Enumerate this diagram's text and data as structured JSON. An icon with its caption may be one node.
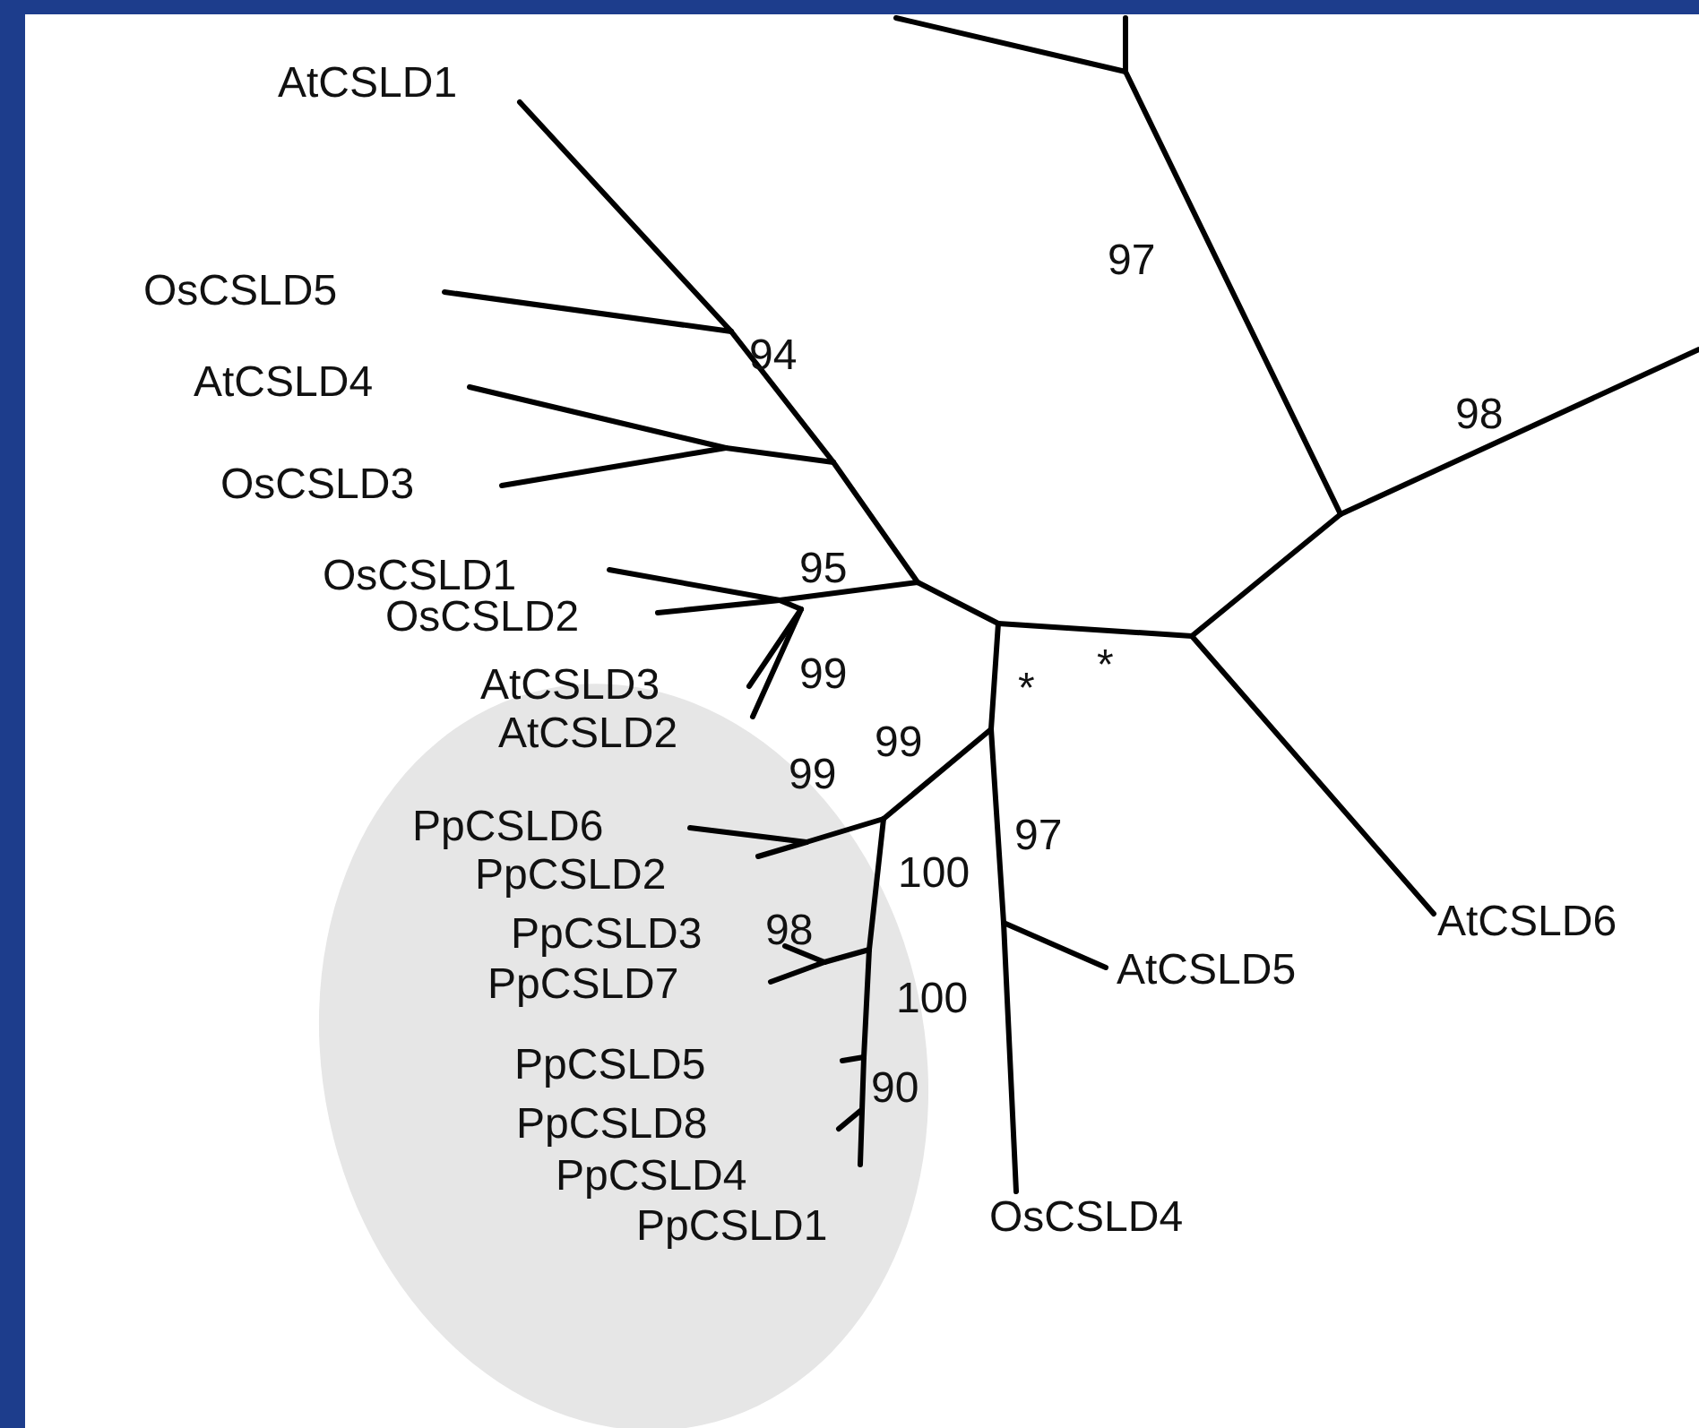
{
  "diagram": {
    "labels": [
      "AtCSLD1",
      "97",
      "OsCSLD5",
      "94",
      "AtCSLD4",
      "98",
      "OsCSLD3",
      "OsCSLD1",
      "95",
      "OsCSLD2",
      "AtCSLD3",
      "99",
      "*",
      "*",
      "AtCSLD2",
      "99",
      "PpCSLD6",
      "99",
      "PpCSLD2",
      "100",
      "97",
      "AtCSLD6",
      "PpCSLD3",
      "98",
      "PpCSLD7",
      "100",
      "AtCSLD5",
      "PpCSLD5",
      "90",
      "PpCSLD8",
      "PpCSLD4",
      "PpCSLD1",
      "OsCSLD4"
    ]
  }
}
